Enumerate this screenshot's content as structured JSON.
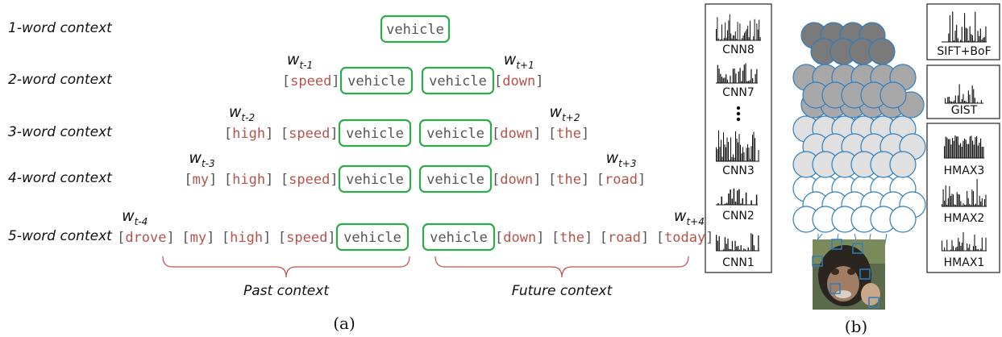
{
  "panel_a": {
    "caption": "(a)",
    "rows": [
      {
        "label": "1-word context",
        "past": [],
        "future": [],
        "w_past": "",
        "w_future": ""
      },
      {
        "label": "2-word context",
        "past": [
          "speed"
        ],
        "future": [
          "down"
        ],
        "w_past": "t-1",
        "w_future": "t+1"
      },
      {
        "label": "3-word context",
        "past": [
          "high",
          "speed"
        ],
        "future": [
          "down",
          "the"
        ],
        "w_past": "t-2",
        "w_future": "t+2"
      },
      {
        "label": "4-word context",
        "past": [
          "my",
          "high",
          "speed"
        ],
        "future": [
          "down",
          "the",
          "road"
        ],
        "w_past": "t-3",
        "w_future": "t+3"
      },
      {
        "label": "5-word context",
        "past": [
          "drove",
          "my",
          "high",
          "speed"
        ],
        "future": [
          "down",
          "the",
          "road",
          "today"
        ],
        "w_past": "t-4",
        "w_future": "t+4"
      }
    ],
    "center_word": "vehicle",
    "w_letter": "w",
    "past_label": "Past context",
    "future_label": "Future context",
    "colors": {
      "context_word": "#b5534b",
      "box": "#2eaa4a",
      "bracket": "#555555",
      "brace": "#c0504d"
    }
  },
  "panel_b": {
    "caption": "(b)",
    "left_features": [
      "CNN8",
      "CNN7",
      "CNN3",
      "CNN2",
      "CNN1"
    ],
    "right_features_top": [
      "SIFT+BoF"
    ],
    "right_features_mid": [
      "GIST"
    ],
    "right_features_bottom": [
      "HMAX3",
      "HMAX2",
      "HMAX1"
    ],
    "colors": {
      "node_stroke": "#2e7fc1",
      "dark": "#7a7a7a",
      "mid": "#a8a8a8",
      "light": "#e0e0e0",
      "white": "#ffffff"
    }
  }
}
